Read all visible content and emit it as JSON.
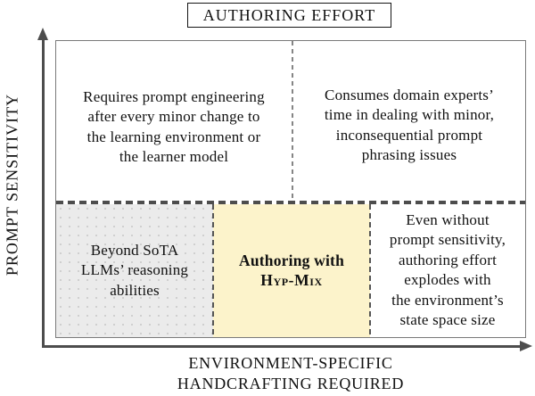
{
  "title": "AUTHORING EFFORT",
  "axes": {
    "y_label": "PROMPT SENSITIVITY",
    "x_label": "ENVIRONMENT-SPECIFIC\nHANDCRAFTING REQUIRED"
  },
  "quadrants": {
    "top_left": "Requires prompt engineering\nafter every minor change to\nthe learning environment or\nthe learner model",
    "top_right": "Consumes domain experts’\ntime in dealing with minor,\ninconsequential prompt\nphrasing issues",
    "bottom_left": "Beyond SoTA\nLLMs’ reasoning\nabilities",
    "center_line1": "Authoring with",
    "center_line2": "Hyp-Mix",
    "bottom_right": "Even without\nprompt sensitivity,\nauthoring effort\nexplodes with\nthe environment’s\nstate space size"
  },
  "colors": {
    "gray_fill": "#ebebeb",
    "yellow_fill": "#fcf3cb",
    "axis": "#4d4d4d"
  }
}
